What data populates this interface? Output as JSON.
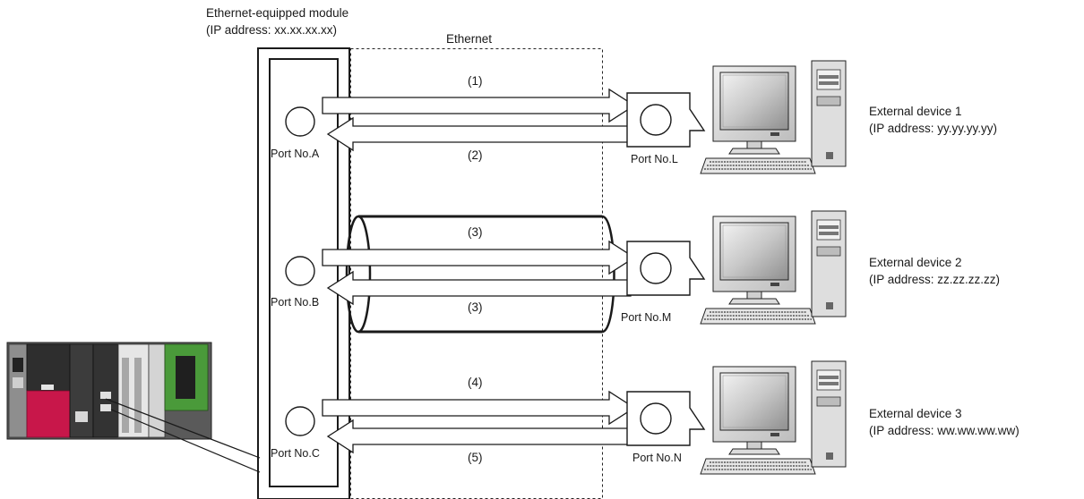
{
  "module": {
    "title": "Ethernet-equipped module",
    "ip": "(IP address: xx.xx.xx.xx)"
  },
  "network_label": "Ethernet",
  "ports_module": [
    "Port No.A",
    "Port No.B",
    "Port No.C"
  ],
  "ports_device": [
    "Port No.L",
    "Port No.M",
    "Port No.N"
  ],
  "flows": [
    "(1)",
    "(2)",
    "(3)",
    "(3)",
    "(4)",
    "(5)"
  ],
  "devices": [
    {
      "name": "External device 1",
      "ip": "(IP address: yy.yy.yy.yy)"
    },
    {
      "name": "External device 2",
      "ip": "(IP address: zz.zz.zz.zz)"
    },
    {
      "name": "External device 3",
      "ip": "(IP address: ww.ww.ww.ww)"
    }
  ],
  "colors": {
    "line": "#1a1a1a",
    "plc_red": "#c8174a",
    "plc_green": "#4a9a3a",
    "monitor_gray": "#9a9a9a"
  }
}
